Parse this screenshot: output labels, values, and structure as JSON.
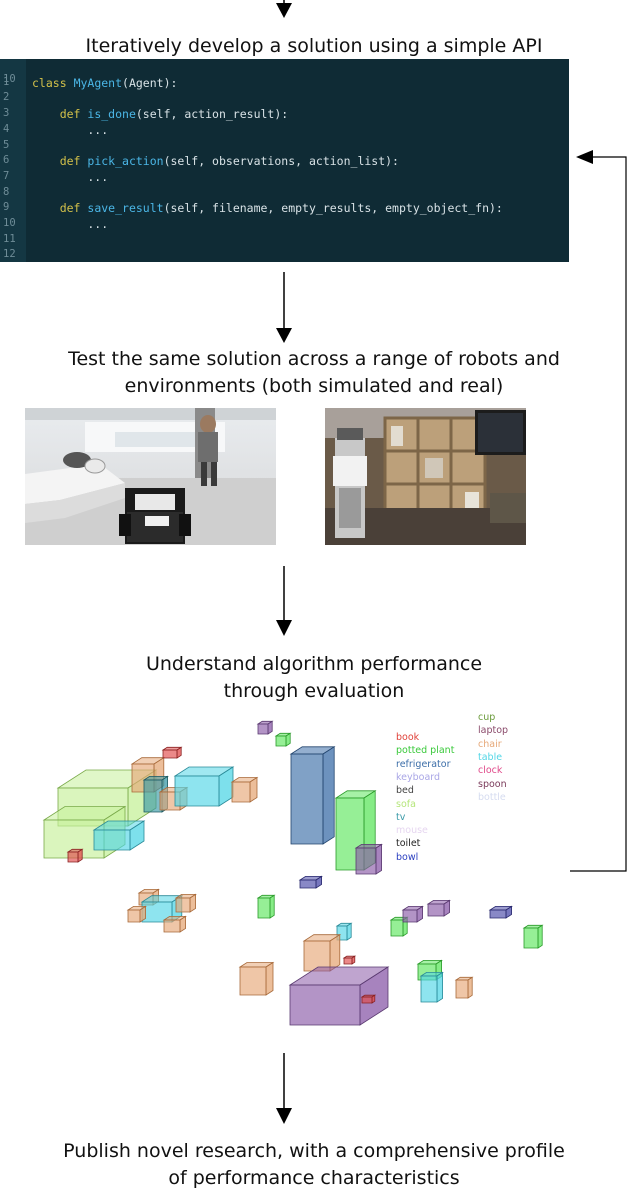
{
  "steps": {
    "develop": "Iteratively develop a solution using a simple API",
    "test_line1": "Test the same solution across a range of robots and",
    "test_line2": "environments (both simulated and real)",
    "understand_line1": "Understand algorithm performance",
    "understand_line2": "through evaluation",
    "publish_line1": "Publish novel research, with a comprehensive profile",
    "publish_line2": "of performance characteristics"
  },
  "code": {
    "header_num": "10",
    "lines": [
      {
        "num": "1",
        "kw": "class",
        "fn": "MyAgent",
        "rest": "(Agent):"
      },
      {
        "num": "2",
        "kw": "",
        "fn": "",
        "rest": ""
      },
      {
        "num": "3",
        "kw": "    def",
        "fn": "is_done",
        "rest": "(self, action_result):"
      },
      {
        "num": "4",
        "kw": "",
        "fn": "",
        "rest": "        ..."
      },
      {
        "num": "5",
        "kw": "",
        "fn": "",
        "rest": ""
      },
      {
        "num": "6",
        "kw": "    def",
        "fn": "pick_action",
        "rest": "(self, observations, action_list):"
      },
      {
        "num": "7",
        "kw": "",
        "fn": "",
        "rest": "        ..."
      },
      {
        "num": "8",
        "kw": "",
        "fn": "",
        "rest": ""
      },
      {
        "num": "9",
        "kw": "    def",
        "fn": "save_result",
        "rest": "(self, filename, empty_results, empty_object_fn):"
      },
      {
        "num": "10",
        "kw": "",
        "fn": "",
        "rest": "        ..."
      },
      {
        "num": "11",
        "kw": "",
        "fn": "",
        "rest": ""
      },
      {
        "num": "12",
        "kw": "",
        "fn": "",
        "rest": ""
      }
    ]
  },
  "legend": {
    "col1": [
      {
        "label": "book",
        "color": "#e0423a"
      },
      {
        "label": "potted plant",
        "color": "#39c93a"
      },
      {
        "label": "refrigerator",
        "color": "#3c6ea8"
      },
      {
        "label": "keyboard",
        "color": "#a9a6e6"
      },
      {
        "label": "bed",
        "color": "#444444"
      },
      {
        "label": "sofa",
        "color": "#b5e67a"
      },
      {
        "label": "tv",
        "color": "#3a9aa8"
      },
      {
        "label": "mouse",
        "color": "#e6d6f0"
      },
      {
        "label": "toilet",
        "color": "#222222"
      },
      {
        "label": "bowl",
        "color": "#2b3fc0"
      }
    ],
    "col2": [
      {
        "label": "cup",
        "color": "#6a9a3a"
      },
      {
        "label": "laptop",
        "color": "#8a4a6a"
      },
      {
        "label": "chair",
        "color": "#e6a878"
      },
      {
        "label": "table",
        "color": "#52d6e6"
      },
      {
        "label": "clock",
        "color": "#e04a8a"
      },
      {
        "label": "spoon",
        "color": "#7a3a5a"
      },
      {
        "label": "bottle",
        "color": "#d6dcf0"
      }
    ]
  }
}
